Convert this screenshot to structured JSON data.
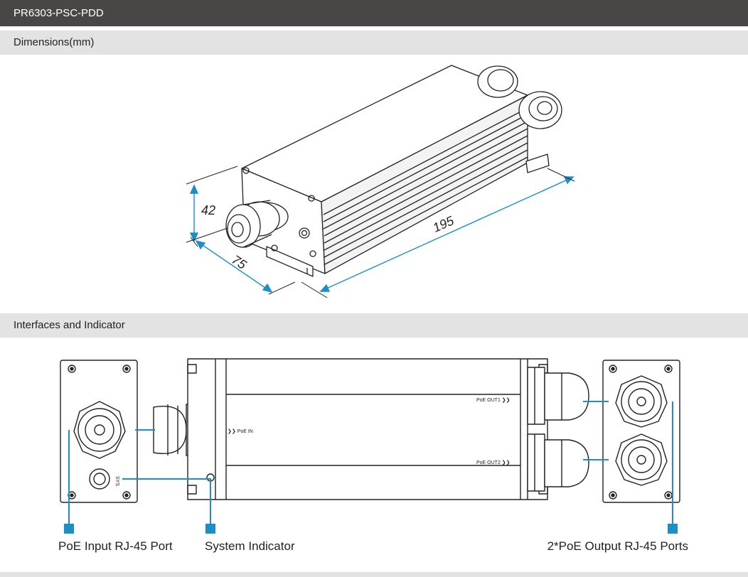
{
  "header": {
    "title": "PR6303-PSC-PDD"
  },
  "dimensions": {
    "section_title": "Dimensions(mm)",
    "height": "42",
    "width": "75",
    "length": "195"
  },
  "interfaces": {
    "section_title": "Interfaces and Indicator",
    "labels": {
      "poe_input": "PoE Input RJ-45 Port",
      "system_indicator": "System Indicator",
      "poe_outputs": "2*PoE Output RJ-45 Ports"
    },
    "engravings": {
      "poe_in": "PoE IN",
      "poe_out1": "PoE OUT1",
      "poe_out2": "PoE OUT2",
      "sys": "SYS"
    }
  },
  "colors": {
    "accent": "#1a8fc9",
    "title_bg": "#4b4646",
    "section_bg": "#e3e3e3"
  }
}
